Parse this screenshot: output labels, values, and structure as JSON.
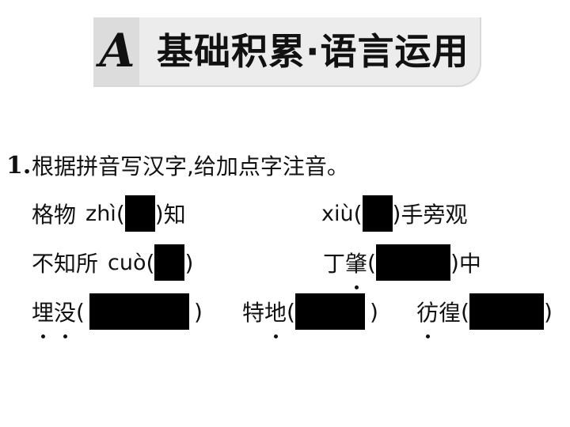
{
  "banner": {
    "letter": "A",
    "title": "基础积累·语言运用"
  },
  "question": {
    "number": "1.",
    "prompt": "根据拼音写汉字,给加点字注音。",
    "items": {
      "gewu": {
        "before": "格物",
        "pinyin": "zhì",
        "open": "(",
        "close": ")",
        "after": "知"
      },
      "xiu": {
        "pinyin": "xiù",
        "open": "(",
        "close": ")",
        "after": "手旁观"
      },
      "cuo": {
        "before": "不知所",
        "pinyin": "cuò",
        "open": "(",
        "close": ")"
      },
      "dingzhao": {
        "chars": [
          "丁",
          "肇"
        ],
        "open": "(",
        "close": ")",
        "after": "中"
      },
      "maimo": {
        "chars": [
          "埋",
          "没"
        ],
        "open": "(",
        "close": ")"
      },
      "tedi": {
        "chars": [
          "特",
          "地"
        ],
        "open": "(",
        "close": ")"
      },
      "panghuang": {
        "chars": [
          "彷",
          "徨"
        ],
        "open": "(",
        "close": ")"
      }
    }
  }
}
